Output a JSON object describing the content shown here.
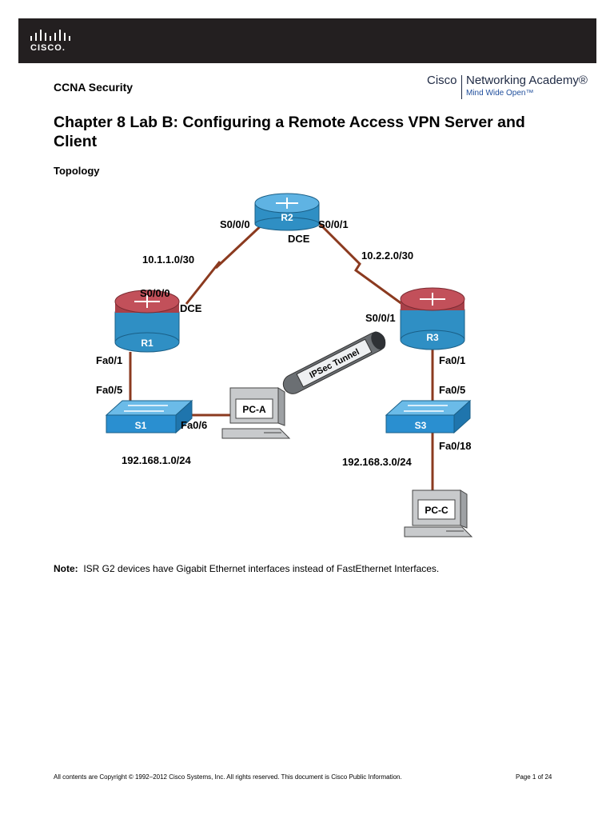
{
  "header": {
    "brand": "CISCO.",
    "course": "CCNA Security",
    "academy_cisco": "Cisco",
    "academy_name": "Networking Academy®",
    "academy_tagline": "Mind Wide Open™"
  },
  "title": "Chapter 8 Lab B: Configuring a Remote Access VPN Server and Client",
  "section_title": "Topology",
  "topology": {
    "devices": {
      "r1": "R1",
      "r2": "R2",
      "r3": "R3",
      "s1": "S1",
      "s3": "S3",
      "pca": "PC-A",
      "pcc": "PC-C"
    },
    "interfaces": {
      "r2_left": "S0/0/0",
      "r2_right": "S0/0/1",
      "r2_dce": "DCE",
      "r1_serial": "S0/0/0",
      "r1_dce": "DCE",
      "r1_fa": "Fa0/1",
      "s1_fa5": "Fa0/5",
      "s1_fa6": "Fa0/6",
      "r3_serial": "S0/0/1",
      "r3_fa": "Fa0/1",
      "s3_fa5": "Fa0/5",
      "s3_fa18": "Fa0/18"
    },
    "networks": {
      "r1_r2": "10.1.1.0/30",
      "r2_r3": "10.2.2.0/30",
      "lan1": "192.168.1.0/24",
      "lan3": "192.168.3.0/24"
    },
    "tunnel_label": "IPSec Tunnel",
    "colors": {
      "link": "#8b3a1f",
      "router_top": "#c2505a",
      "router_body": "#2f8fc4",
      "switch": "#2a8fd0"
    }
  },
  "note": {
    "label": "Note:",
    "text": "ISR G2 devices have Gigabit Ethernet interfaces instead of FastEthernet Interfaces."
  },
  "footer": {
    "copyright": "All contents are Copyright © 1992–2012 Cisco Systems, Inc. All rights reserved. This document is Cisco Public Information.",
    "page": "Page 1 of 24"
  }
}
